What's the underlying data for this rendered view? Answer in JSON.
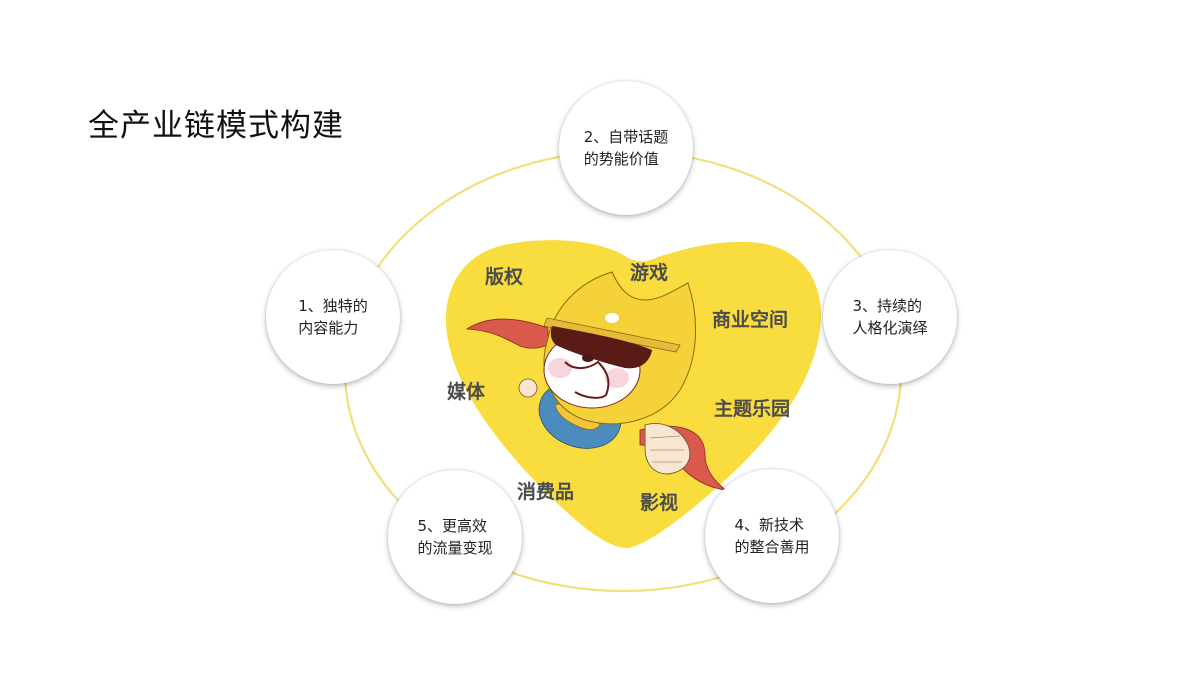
{
  "title": "全产业链模式构建",
  "colors": {
    "heart": "#F9DC3E",
    "orbit": "#F3DF7A",
    "label": "#4D4D4D",
    "node_text": "#222222",
    "cape": "#D9594C",
    "suit": "#4B8BBE"
  },
  "nodes": [
    {
      "id": 1,
      "line1": "1、独特的",
      "line2": "内容能力"
    },
    {
      "id": 2,
      "line1": "2、自带话题",
      "line2": "的势能价值"
    },
    {
      "id": 3,
      "line1": "3、持续的",
      "line2": "人格化演绎"
    },
    {
      "id": 4,
      "line1": "4、新技术",
      "line2": "的整合善用"
    },
    {
      "id": 5,
      "line1": "5、更高效",
      "line2": "的流量变现"
    }
  ],
  "heart_labels": {
    "copyright": "版权",
    "games": "游戏",
    "commercial_space": "商业空间",
    "media": "媒体",
    "theme_park": "主题乐园",
    "consumer_goods": "消费品",
    "film_tv": "影视"
  },
  "illustration": {
    "icon": "superhero-dog-mascot-icon"
  }
}
